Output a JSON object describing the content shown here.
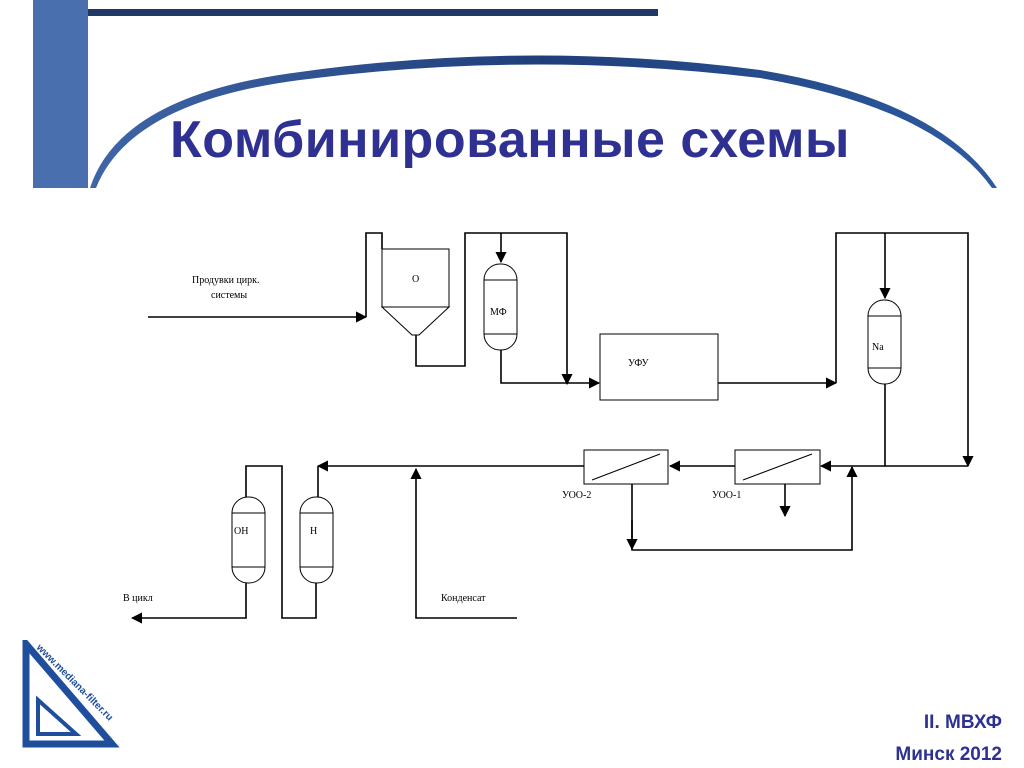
{
  "slide": {
    "title": "Комбинированные схемы",
    "footer_line1": "II. МВХФ",
    "footer_line2": "Минск 2012",
    "logo_url_text": "www.mediana-filter.ru",
    "accent_color": "#2e3192",
    "band_color": "#1f3864",
    "sidebar_color": "#4a6fae"
  },
  "diagram": {
    "input_label_line1": "Продувки цирк.",
    "input_label_line2": "системы",
    "clarifier": "О",
    "mech_filter": "МФ",
    "uf_unit": "УФУ",
    "na_filter": "Na",
    "ro2": "УОО-2",
    "ro1": "УОО-1",
    "anion_filter": "ОН",
    "cation_filter": "Н",
    "output_label": "В цикл",
    "condensate_label": "Конденсат"
  }
}
